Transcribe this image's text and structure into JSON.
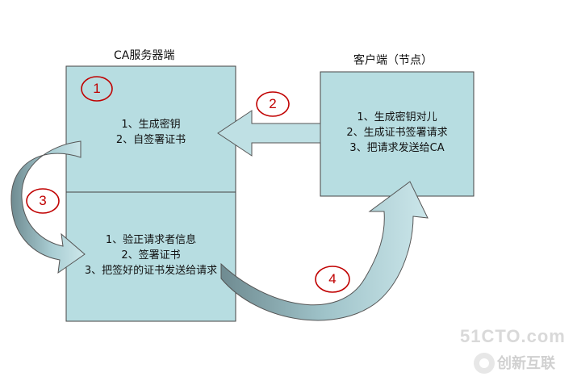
{
  "titles": {
    "server": "CA服务器端",
    "client": "客户端（节点）"
  },
  "server_top": {
    "line1": "1、生成密钥",
    "line2": "2、自签署证书"
  },
  "server_bottom": {
    "line1": "1、验正请求者信息",
    "line2": "2、签署证书",
    "line3": "3、把签好的证书发送给请求"
  },
  "client_box": {
    "line1": "1、生成密钥对儿",
    "line2": "2、生成证书签署请求",
    "line3": "3、把请求发送给CA"
  },
  "steps": {
    "s1": "1",
    "s2": "2",
    "s3": "3",
    "s4": "4"
  },
  "watermark": {
    "site": "51CTO.com",
    "brand": "创新互联"
  },
  "colors": {
    "box_fill": "#b7dde1",
    "arrow_fill": "#bfe0e4",
    "arrow_dark": "#6f8b91",
    "circle": "#c00000"
  }
}
